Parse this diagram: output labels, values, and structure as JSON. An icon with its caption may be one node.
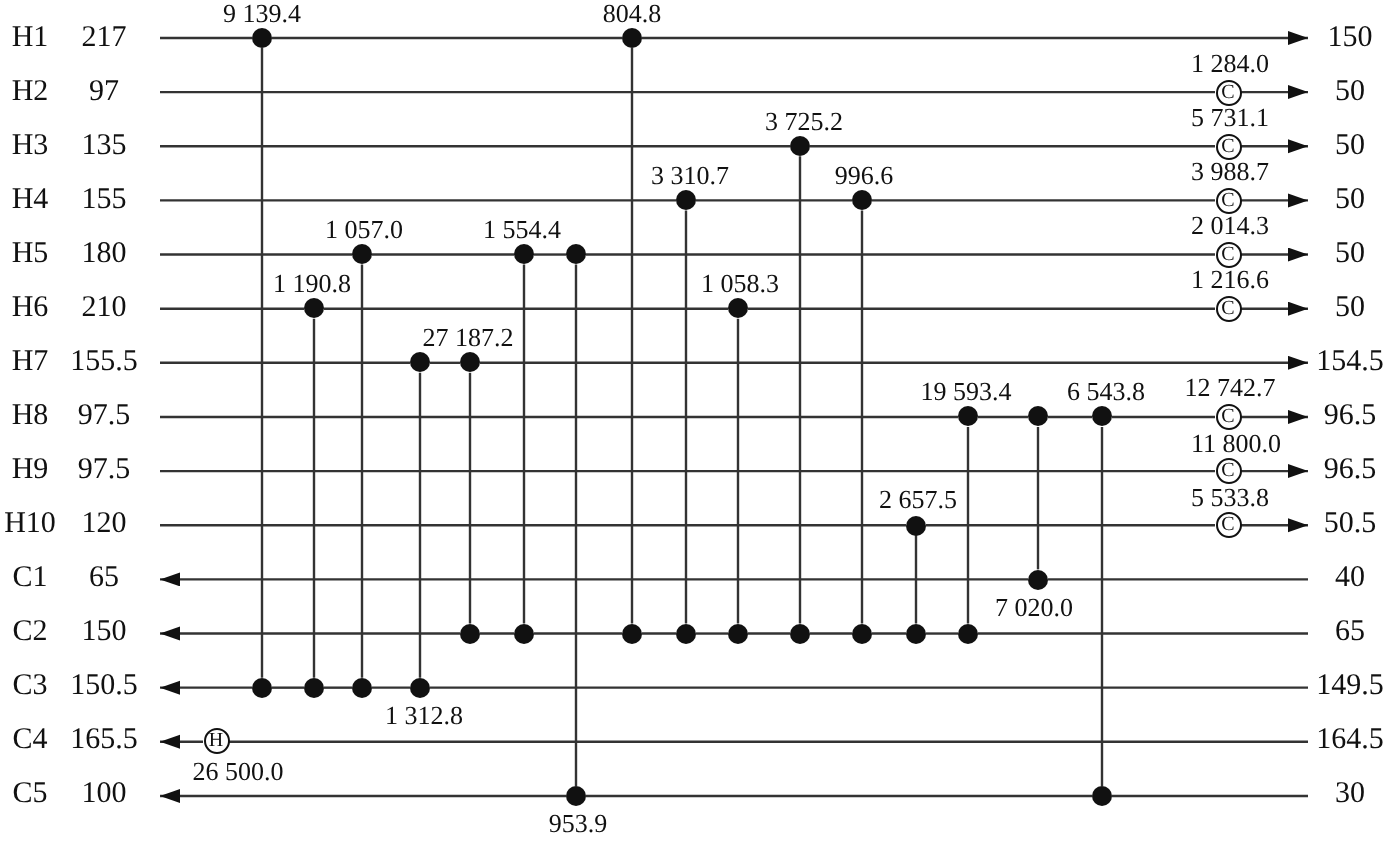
{
  "diagram": {
    "nodes": [
      {
        "text": [
          "H1",
          "217"
        ]
      },
      {
        "text": [],
        "shape": "circle",
        "beside": [
          "9 139.4"
        ]
      },
      {
        "text": [],
        "shape": "circle",
        "beside": [
          "804.8"
        ]
      },
      {
        "text": [
          "150"
        ]
      },
      {
        "text": [
          "H2",
          "97"
        ]
      },
      {
        "text": [
          "C"
        ],
        "beside": [
          "1 284.0"
        ]
      },
      {
        "text": [
          "50"
        ]
      },
      {
        "text": [
          "H3",
          "135"
        ]
      },
      {
        "text": [],
        "shape": "circle",
        "beside": [
          "3 725.2"
        ]
      },
      {
        "text": [
          "C"
        ],
        "beside": [
          "5 731.1"
        ]
      },
      {
        "text": [
          "50"
        ]
      },
      {
        "text": [
          "H4",
          "155"
        ]
      },
      {
        "text": [],
        "shape": "circle",
        "beside": [
          "3 310.7"
        ]
      },
      {
        "text": [],
        "shape": "circle",
        "beside": [
          "996.6"
        ]
      },
      {
        "text": [
          "C"
        ],
        "beside": [
          "3 988.7"
        ]
      },
      {
        "text": [
          "50"
        ]
      },
      {
        "text": [
          "H5",
          "180"
        ]
      },
      {
        "text": [],
        "shape": "circle",
        "beside": [
          "1 057.0"
        ]
      },
      {
        "text": [],
        "shape": "circle",
        "beside": [
          "1 554.4"
        ]
      },
      {
        "text": [],
        "shape": "circle"
      },
      {
        "text": [
          "C"
        ],
        "beside": [
          "2 014.3"
        ]
      },
      {
        "text": [
          "50"
        ]
      },
      {
        "text": [
          "H6",
          "210"
        ]
      },
      {
        "text": [],
        "shape": "circle",
        "beside": [
          "1 190.8"
        ]
      },
      {
        "text": [],
        "shape": "circle",
        "beside": [
          "1 058.3"
        ]
      },
      {
        "text": [
          "C"
        ],
        "beside": [
          "1 216.6"
        ]
      },
      {
        "text": [
          "50"
        ]
      },
      {
        "text": [
          "H7",
          "155.5"
        ]
      },
      {
        "text": [],
        "shape": "circle"
      },
      {
        "text": [],
        "shape": "circle",
        "beside": [
          "27 187.2"
        ]
      },
      {
        "text": [
          "154.5"
        ]
      },
      {
        "text": [
          "H8",
          "97.5"
        ]
      },
      {
        "text": [],
        "shape": "circle",
        "beside": [
          "19 593.4"
        ]
      },
      {
        "text": [],
        "shape": "circle"
      },
      {
        "text": [],
        "shape": "circle",
        "beside": [
          "6 543.8"
        ]
      },
      {
        "text": [
          "C"
        ],
        "beside": [
          "12 742.7"
        ]
      },
      {
        "text": [
          "96.5"
        ]
      },
      {
        "text": [
          "H9",
          "97.5"
        ]
      },
      {
        "text": [
          "C"
        ],
        "beside": [
          "11 800.0"
        ]
      },
      {
        "text": [
          "96.5"
        ]
      },
      {
        "text": [
          "H10",
          "120"
        ]
      },
      {
        "text": [],
        "shape": "circle",
        "beside": [
          "2 657.5"
        ]
      },
      {
        "text": [
          "C"
        ],
        "beside": [
          "5 533.8"
        ]
      },
      {
        "text": [
          "50.5"
        ]
      },
      {
        "text": [
          "C1",
          "65"
        ]
      },
      {
        "text": [],
        "shape": "circle",
        "beside": [
          "7 020.0"
        ]
      },
      {
        "text": [
          "40"
        ]
      },
      {
        "text": [
          "C2",
          "150"
        ]
      },
      {
        "text": [],
        "shape": "circle"
      },
      {
        "text": [],
        "shape": "circle"
      },
      {
        "text": [],
        "shape": "circle"
      },
      {
        "text": [],
        "shape": "circle"
      },
      {
        "text": [],
        "shape": "circle"
      },
      {
        "text": [],
        "shape": "circle"
      },
      {
        "text": [],
        "shape": "circle"
      },
      {
        "text": [],
        "shape": "circle"
      },
      {
        "text": [],
        "shape": "circle"
      },
      {
        "text": [
          "65"
        ]
      },
      {
        "text": [
          "C3",
          "150.5"
        ]
      },
      {
        "text": [],
        "shape": "circle"
      },
      {
        "text": [],
        "shape": "circle"
      },
      {
        "text": [],
        "shape": "circle"
      },
      {
        "text": [],
        "shape": "circle",
        "beside": [
          "1 312.8"
        ]
      },
      {
        "text": [
          "149.5"
        ]
      },
      {
        "text": [
          "C4",
          "165.5"
        ]
      },
      {
        "text": [
          "H"
        ],
        "beside": [
          "26 500.0"
        ]
      },
      {
        "text": [
          "164.5"
        ]
      },
      {
        "text": [
          "C5",
          "100"
        ]
      },
      {
        "text": [],
        "shape": "circle",
        "beside": [
          "953.9"
        ]
      },
      {
        "text": [],
        "shape": "circle"
      },
      {
        "text": [
          "30"
        ]
      }
    ],
    "edges": [
      {
        "from": 0,
        "to": 1,
        "arrow": "none"
      },
      {
        "from": 1,
        "to": 2,
        "arrow": "none"
      },
      {
        "from": 2,
        "to": 3,
        "arrow": "to"
      },
      {
        "from": 4,
        "to": 5,
        "arrow": "none"
      },
      {
        "from": 5,
        "to": 6,
        "arrow": "to"
      },
      {
        "from": 7,
        "to": 8,
        "arrow": "none"
      },
      {
        "from": 8,
        "to": 9,
        "arrow": "none"
      },
      {
        "from": 9,
        "to": 10,
        "arrow": "to"
      },
      {
        "from": 11,
        "to": 12,
        "arrow": "none"
      },
      {
        "from": 12,
        "to": 13,
        "arrow": "none"
      },
      {
        "from": 13,
        "to": 14,
        "arrow": "none"
      },
      {
        "from": 14,
        "to": 15,
        "arrow": "to"
      },
      {
        "from": 16,
        "to": 17,
        "arrow": "none"
      },
      {
        "from": 17,
        "to": 18,
        "arrow": "none"
      },
      {
        "from": 18,
        "to": 19,
        "arrow": "none"
      },
      {
        "from": 19,
        "to": 20,
        "arrow": "none"
      },
      {
        "from": 20,
        "to": 21,
        "arrow": "to"
      },
      {
        "from": 22,
        "to": 23,
        "arrow": "none"
      },
      {
        "from": 23,
        "to": 24,
        "arrow": "none"
      },
      {
        "from": 24,
        "to": 25,
        "arrow": "none"
      },
      {
        "from": 25,
        "to": 26,
        "arrow": "to"
      },
      {
        "from": 27,
        "to": 28,
        "arrow": "none"
      },
      {
        "from": 28,
        "to": 29,
        "arrow": "none"
      },
      {
        "from": 29,
        "to": 30,
        "arrow": "to"
      },
      {
        "from": 31,
        "to": 32,
        "arrow": "none"
      },
      {
        "from": 32,
        "to": 33,
        "arrow": "none"
      },
      {
        "from": 33,
        "to": 34,
        "arrow": "none"
      },
      {
        "from": 34,
        "to": 35,
        "arrow": "none"
      },
      {
        "from": 35,
        "to": 36,
        "arrow": "to"
      },
      {
        "from": 37,
        "to": 38,
        "arrow": "none"
      },
      {
        "from": 38,
        "to": 39,
        "arrow": "to"
      },
      {
        "from": 40,
        "to": 41,
        "arrow": "none"
      },
      {
        "from": 41,
        "to": 42,
        "arrow": "none"
      },
      {
        "from": 42,
        "to": 43,
        "arrow": "to"
      },
      {
        "from": 46,
        "to": 45,
        "arrow": "none"
      },
      {
        "from": 45,
        "to": 44,
        "arrow": "to"
      },
      {
        "from": 57,
        "to": 56,
        "arrow": "none"
      },
      {
        "from": 56,
        "to": 55,
        "arrow": "none"
      },
      {
        "from": 55,
        "to": 54,
        "arrow": "none"
      },
      {
        "from": 54,
        "to": 53,
        "arrow": "none"
      },
      {
        "from": 53,
        "to": 52,
        "arrow": "none"
      },
      {
        "from": 52,
        "to": 51,
        "arrow": "none"
      },
      {
        "from": 51,
        "to": 50,
        "arrow": "none"
      },
      {
        "from": 50,
        "to": 49,
        "arrow": "none"
      },
      {
        "from": 49,
        "to": 48,
        "arrow": "none"
      },
      {
        "from": 48,
        "to": 47,
        "arrow": "to"
      },
      {
        "from": 63,
        "to": 62,
        "arrow": "none"
      },
      {
        "from": 62,
        "to": 61,
        "arrow": "none"
      },
      {
        "from": 61,
        "to": 60,
        "arrow": "none"
      },
      {
        "from": 60,
        "to": 59,
        "arrow": "none"
      },
      {
        "from": 59,
        "to": 58,
        "arrow": "to"
      },
      {
        "from": 66,
        "to": 65,
        "arrow": "none"
      },
      {
        "from": 65,
        "to": 64,
        "arrow": "to"
      },
      {
        "from": 70,
        "to": 69,
        "arrow": "none"
      },
      {
        "from": 69,
        "to": 68,
        "arrow": "none"
      },
      {
        "from": 68,
        "to": 67,
        "arrow": "to"
      },
      {
        "from": 1,
        "to": 59,
        "arrow": "none"
      },
      {
        "from": 23,
        "to": 60,
        "arrow": "none"
      },
      {
        "from": 17,
        "to": 61,
        "arrow": "none"
      },
      {
        "from": 28,
        "to": 62,
        "arrow": "none"
      },
      {
        "from": 29,
        "to": 48,
        "arrow": "none"
      },
      {
        "from": 18,
        "to": 49,
        "arrow": "none"
      },
      {
        "from": 19,
        "to": 68,
        "arrow": "none"
      },
      {
        "from": 2,
        "to": 50,
        "arrow": "none"
      },
      {
        "from": 12,
        "to": 51,
        "arrow": "none"
      },
      {
        "from": 24,
        "to": 52,
        "arrow": "none"
      },
      {
        "from": 8,
        "to": 53,
        "arrow": "none"
      },
      {
        "from": 13,
        "to": 54,
        "arrow": "none"
      },
      {
        "from": 41,
        "to": 55,
        "arrow": "none"
      },
      {
        "from": 32,
        "to": 56,
        "arrow": "none"
      },
      {
        "from": 33,
        "to": 45,
        "arrow": "none"
      },
      {
        "from": 34,
        "to": 69,
        "arrow": "none"
      }
    ]
  }
}
